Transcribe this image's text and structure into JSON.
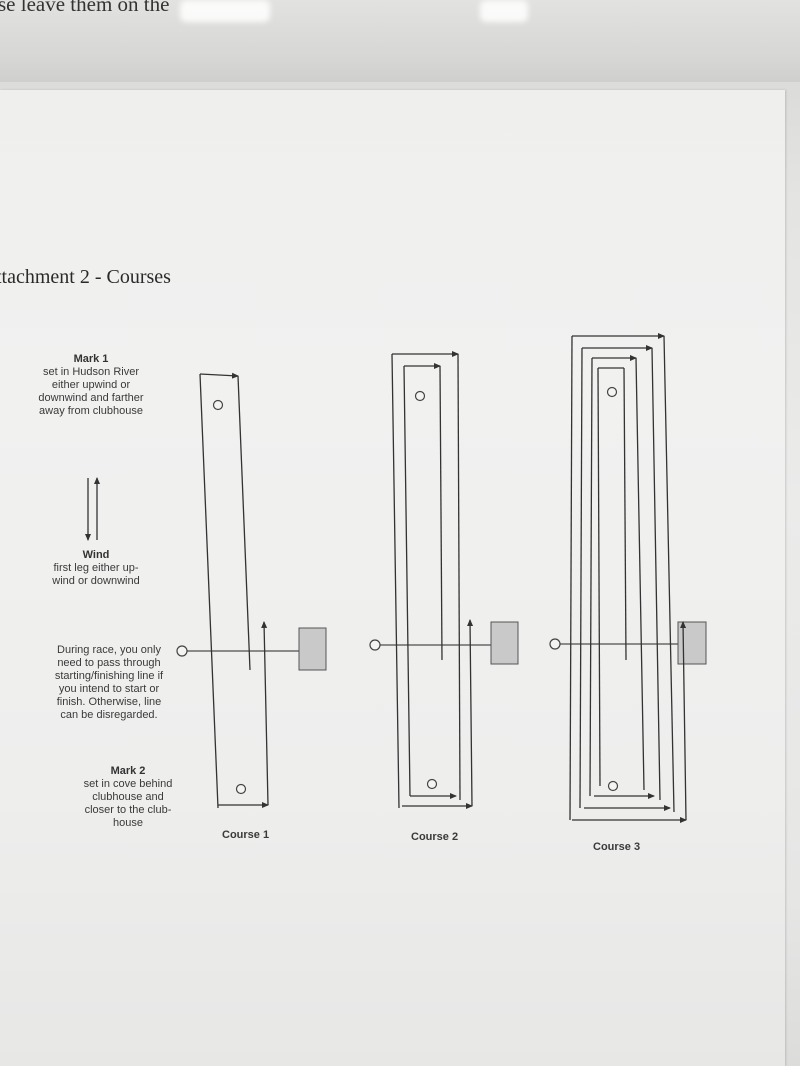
{
  "header": {
    "cut_text": "se leave them on the"
  },
  "title": "ttachment 2 - Courses",
  "legend": {
    "mark1": {
      "heading": "Mark 1",
      "lines": [
        "set in Hudson River",
        "either upwind or",
        "downwind and farther",
        "away from clubhouse"
      ]
    },
    "wind": {
      "heading": "Wind",
      "lines": [
        "first leg either up-",
        "wind or downwind"
      ]
    },
    "line_note": {
      "lines": [
        "During race, you only",
        "need to pass through",
        "starting/finishing line if",
        "you intend to start or",
        "finish.  Otherwise, line",
        "can be disregarded."
      ]
    },
    "mark2": {
      "heading": "Mark 2",
      "lines": [
        "set in cove behind",
        "clubhouse and",
        "closer to the club-",
        "house"
      ]
    }
  },
  "courses": [
    {
      "label": "Course 1",
      "laps": 1
    },
    {
      "label": "Course 2",
      "laps": 2
    },
    {
      "label": "Course 3",
      "laps": 3
    }
  ],
  "colors": {
    "ink": "#333333",
    "line_gray": "#8a8a8a",
    "clubhouse_fill": "#c9c9c9"
  }
}
